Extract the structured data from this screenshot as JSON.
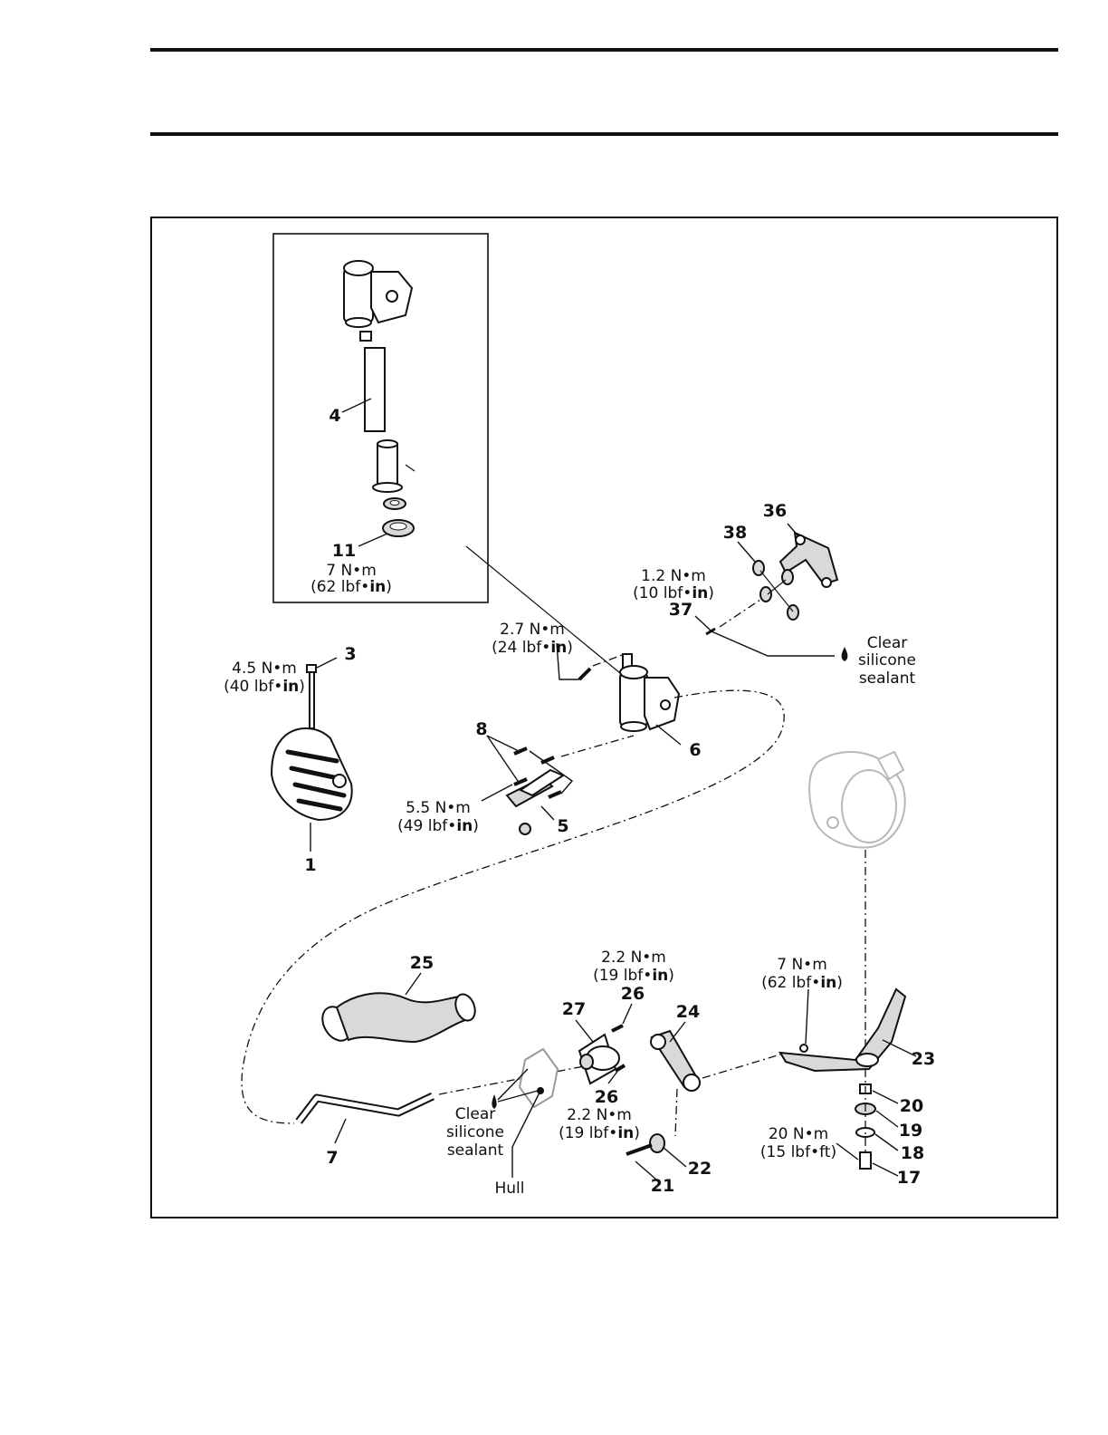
{
  "callouts": {
    "c1": "1",
    "c3": "3",
    "c4": "4",
    "c5": "5",
    "c6": "6",
    "c7": "7",
    "c8": "8",
    "c11": "11",
    "c17": "17",
    "c18": "18",
    "c19": "19",
    "c20": "20",
    "c21": "21",
    "c22": "22",
    "c23": "23",
    "c24": "24",
    "c25": "25",
    "c26a": "26",
    "c26b": "26",
    "c27": "27",
    "c36": "36",
    "c37": "37",
    "c38": "38"
  },
  "torques": {
    "t11": {
      "nm": "7 N•m",
      "imp_pre": "(62 lbf•",
      "imp_bold": "in",
      "imp_post": ")"
    },
    "t37": {
      "nm": "1.2 N•m",
      "imp_pre": "(10 lbf•",
      "imp_bold": "in",
      "imp_post": ")"
    },
    "t_pin": {
      "nm": "2.7 N•m",
      "imp_pre": "(24 lbf•",
      "imp_bold": "in",
      "imp_post": ")"
    },
    "t3": {
      "nm": "4.5 N•m",
      "imp_pre": "(40 lbf•",
      "imp_bold": "in",
      "imp_post": ")"
    },
    "t8": {
      "nm": "5.5 N•m",
      "imp_pre": "(49 lbf•",
      "imp_bold": "in",
      "imp_post": ")"
    },
    "t26a": {
      "nm": "2.2 N•m",
      "imp_pre": "(19 lbf•",
      "imp_bold": "in",
      "imp_post": ")"
    },
    "t26b": {
      "nm": "2.2 N•m",
      "imp_pre": "(19 lbf•",
      "imp_bold": "in",
      "imp_post": ")"
    },
    "t23": {
      "nm": "7 N•m",
      "imp_pre": "(62 lbf•",
      "imp_bold": "in",
      "imp_post": ")"
    },
    "t17": {
      "nm": "20 N•m",
      "imp_pre": "(15 lbf•ft)",
      "imp_bold": "",
      "imp_post": ""
    }
  },
  "notes": {
    "sealant_top": [
      "Clear",
      "silicone",
      "sealant"
    ],
    "sealant_bottom": [
      "Clear",
      "silicone",
      "sealant"
    ],
    "hull": "Hull"
  }
}
